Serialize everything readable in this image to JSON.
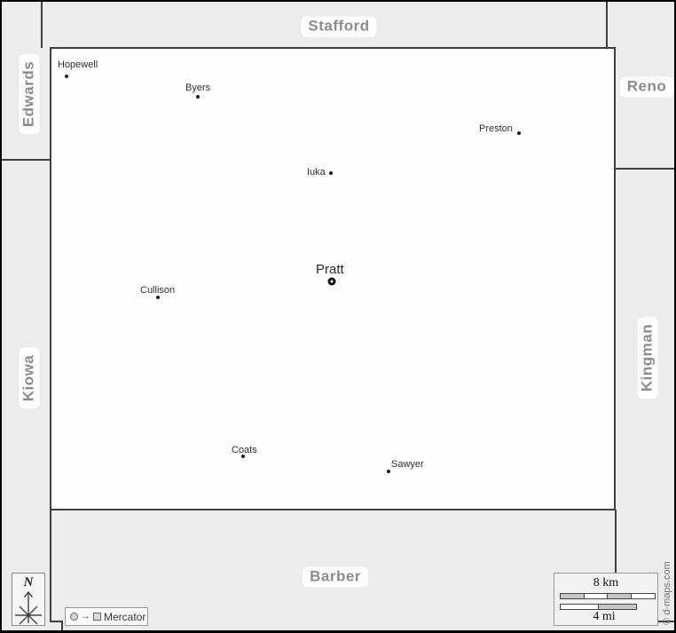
{
  "counties": [
    {
      "name": "Stafford"
    },
    {
      "name": "Reno"
    },
    {
      "name": "Edwards"
    },
    {
      "name": "Kiowa"
    },
    {
      "name": "Kingman"
    },
    {
      "name": "Barber"
    }
  ],
  "county_seat": {
    "name": "Pratt"
  },
  "towns": [
    {
      "name": "Hopewell"
    },
    {
      "name": "Byers"
    },
    {
      "name": "Preston"
    },
    {
      "name": "Iuka"
    },
    {
      "name": "Cullison"
    },
    {
      "name": "Coats"
    },
    {
      "name": "Sawyer"
    }
  ],
  "compass": {
    "label": "N"
  },
  "projection": {
    "label": "Mercator"
  },
  "scale": {
    "km_label": "8 km",
    "mi_label": "4 mi"
  },
  "attribution": {
    "text": "© d-maps.com"
  },
  "colors": {
    "background": "#ececec",
    "map_fill": "#fdfdfd",
    "boundary": "#3f3f3f",
    "county_label": "#8c8c8c",
    "town_label": "#2f2f2f"
  }
}
